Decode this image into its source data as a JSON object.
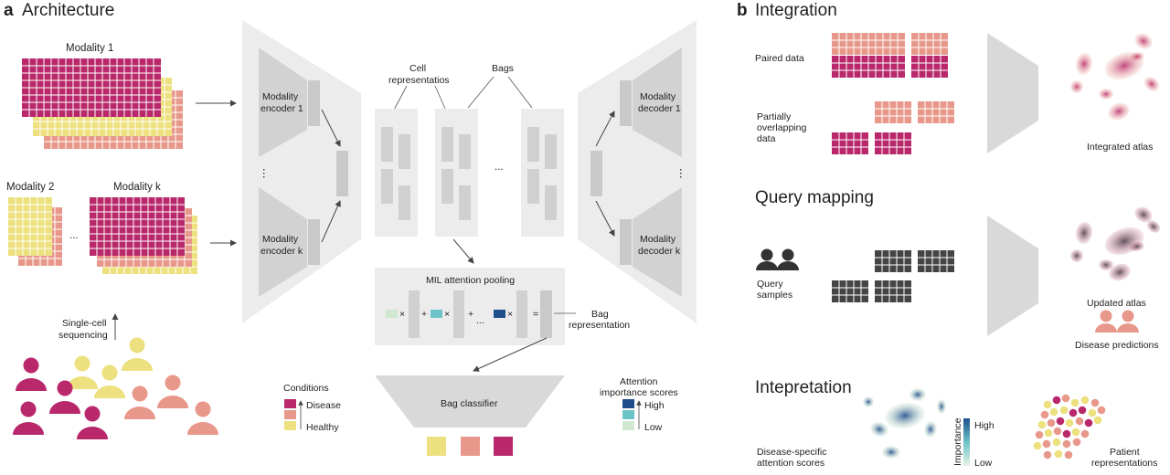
{
  "panel_a": {
    "letter": "a",
    "title": "Architecture",
    "modality_1": "Modality 1",
    "modality_2": "Modality 2",
    "modality_k": "Modality k",
    "ellipsis": "...",
    "vdots": "⋮",
    "single_cell_1": "Single-cell",
    "single_cell_2": "sequencing",
    "encoder_1_l1": "Modality",
    "encoder_1_l2": "encoder 1",
    "encoder_k_l1": "Modality",
    "encoder_k_l2": "encoder k",
    "cell_repr_1": "Cell",
    "cell_repr_2": "representatios",
    "bags": "Bags",
    "mil_title": "MIL attention pooling",
    "bag_repr_1": "Bag",
    "bag_repr_2": "representation",
    "bag_classifier": "Bag classifier",
    "decoder_1_l1": "Modality",
    "decoder_1_l2": "decoder 1",
    "decoder_k_l1": "Modality",
    "decoder_k_l2": "decoder k",
    "conditions_title": "Conditions",
    "disease": "Disease",
    "healthy": "Healthy",
    "attention_title_1": "Attention",
    "attention_title_2": "importance scores",
    "high": "High",
    "low": "Low",
    "mil_x": "×",
    "mil_plus": "+",
    "mil_eq": "=",
    "mil_dots": "..."
  },
  "panel_b": {
    "letter": "b",
    "title": "Integration",
    "paired_data": "Paired data",
    "partial_1": "Partially",
    "partial_2": "overlapping",
    "partial_3": "data",
    "integrated_atlas": "Integrated atlas",
    "query_mapping": "Query mapping",
    "query_1": "Query",
    "query_2": "samples",
    "updated_atlas": "Updated atlas",
    "disease_predictions": "Disease predictions",
    "interpretation": "Intepretation",
    "disease_specific_1": "Disease-specific",
    "disease_specific_2": "attention scores",
    "importance": "Importance",
    "imp_high": "High",
    "imp_low": "Low",
    "patient_1": "Patient",
    "patient_2": "representations"
  },
  "colors": {
    "disease": "#b8286a",
    "intermediate": "#e8988a",
    "healthy": "#ede07e",
    "query": "#444444",
    "network": "#d9d9d9",
    "panel": "#ececec",
    "attn_high": "#1f4e8c",
    "attn_mid": "#6cc3c8",
    "attn_low": "#cfe8cf"
  }
}
